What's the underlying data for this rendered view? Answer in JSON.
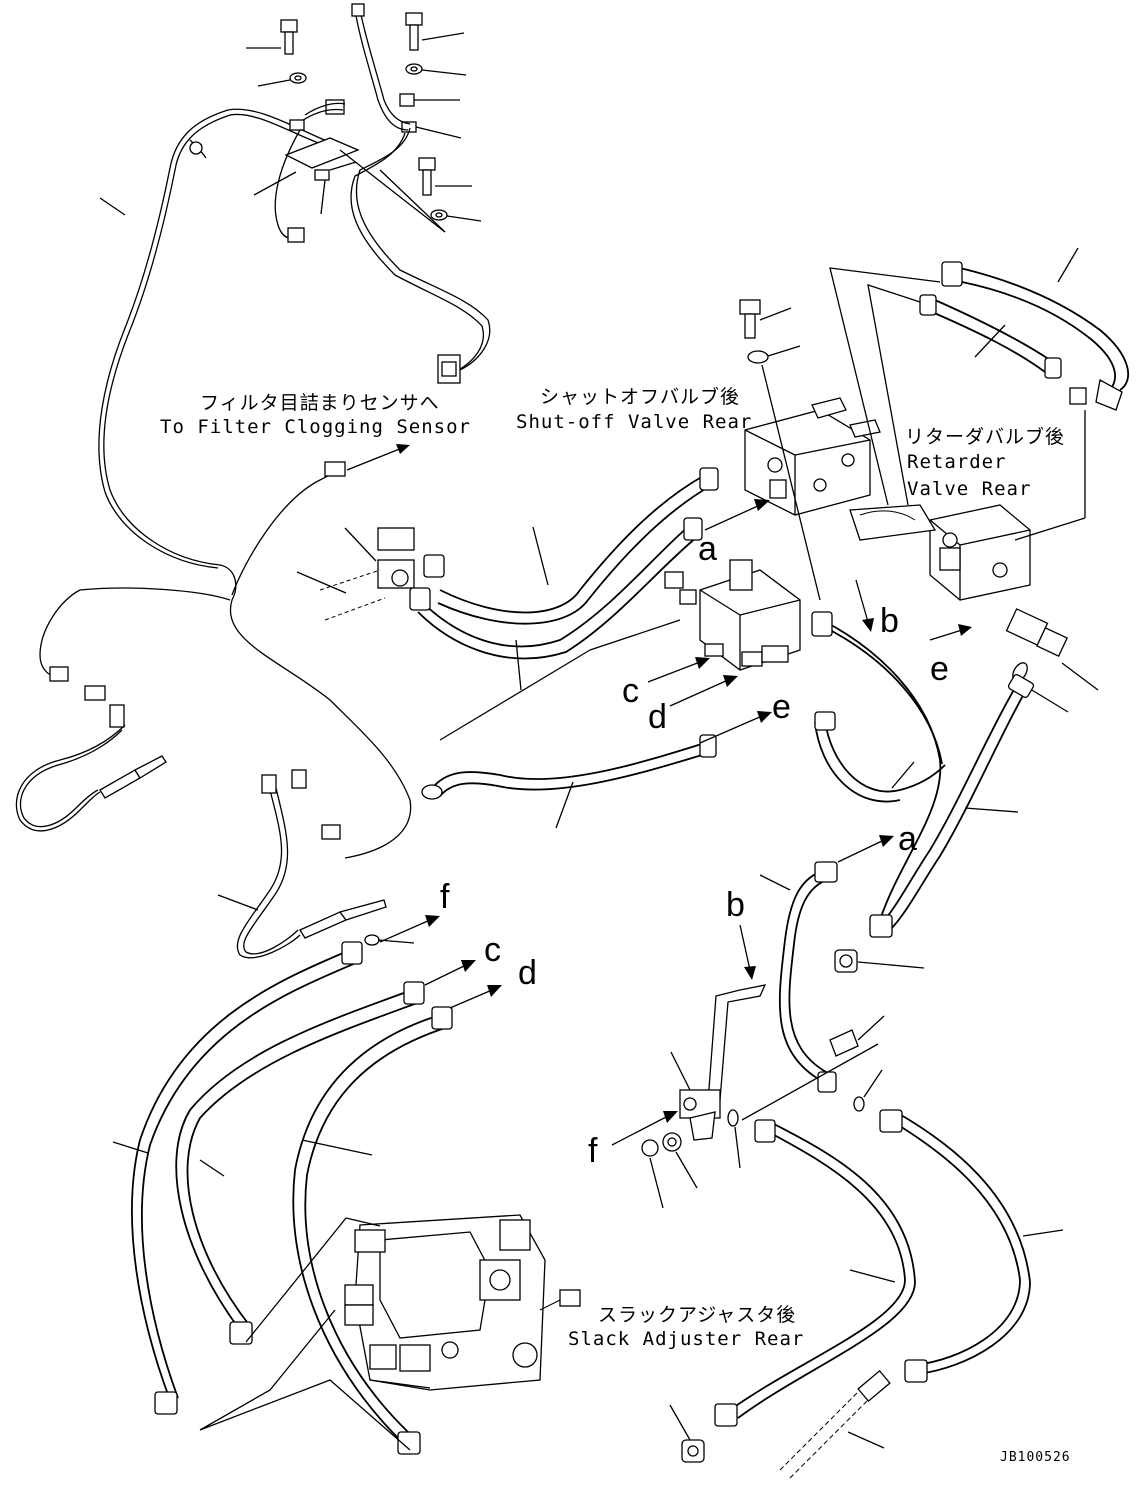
{
  "callouts": {
    "filter_sensor_jp": "フィルタ目詰まりセンサへ",
    "filter_sensor_en": "To Filter Clogging Sensor",
    "shutoff_jp": "シャットオフバルブ後",
    "shutoff_en": "Shut-off Valve Rear",
    "retarder_jp": "リターダバルブ後",
    "retarder_en1": "Retarder",
    "retarder_en2": "Valve Rear",
    "slack_jp": "スラックアジャスタ後",
    "slack_en": "Slack Adjuster Rear"
  },
  "connection_letters": {
    "a": "a",
    "b": "b",
    "c": "c",
    "d": "d",
    "e": "e",
    "f": "f"
  },
  "drawing_code": "JB100526"
}
